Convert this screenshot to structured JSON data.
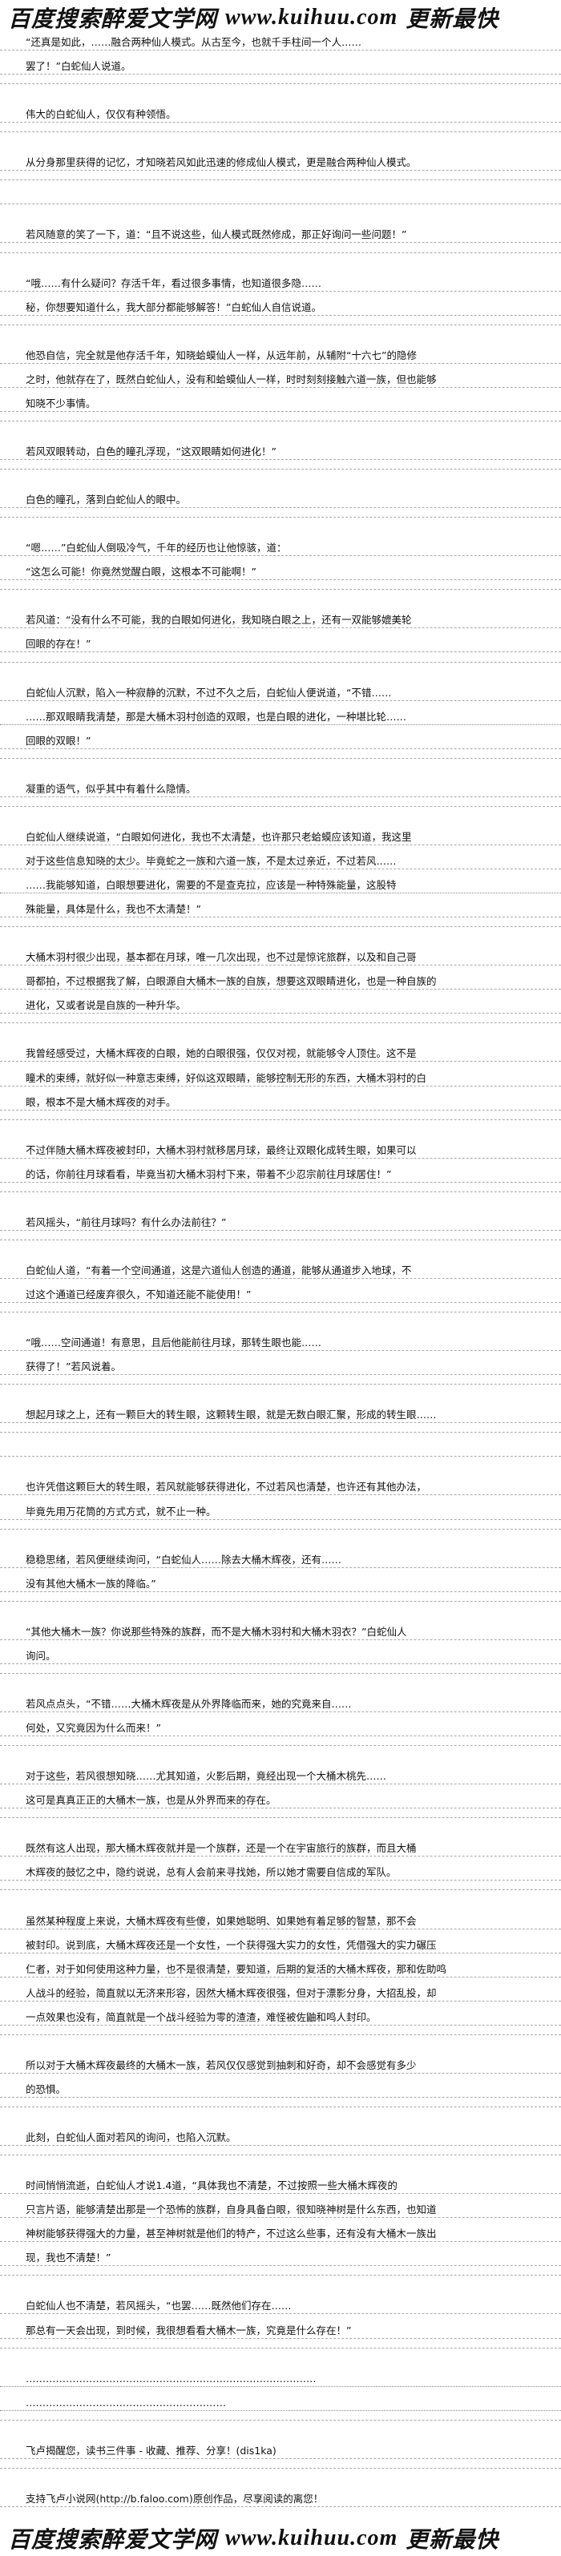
{
  "header": {
    "left": "百度搜索",
    "brand": "醉爱文学网",
    "url": "www.kuihuu.com",
    "right": "更新最快"
  },
  "footer": {
    "left": "百度搜索",
    "brand": "醉爱文学网",
    "url": "www.kuihuu.com",
    "right": "更新最快"
  },
  "lines": [
    "“还真是如此，……融合两种仙人模式。从古至今，也就千手柱间一个人……",
    "罢了！”白蛇仙人说道。",
    "",
    "伟大的白蛇仙人，仅仅有种领悟。",
    "",
    "从分身那里获得的记忆，才知晓若风如此迅速的修成仙人模式，更是融合两种仙人模式。",
    "",
    "",
    "若风随意的笑了一下，道：“且不说这些，仙人模式既然修成，那正好询问一些问题！”",
    "",
    "“哦……有什么疑问？存活千年，看过很多事情，也知道很多隐……",
    "秘，你想要知道什么，我大部分都能够解答！”白蛇仙人自信说道。",
    "",
    "他恐自信，完全就是他存活千年，知晓蛤蟆仙人一样，从远年前，从辅附“十六七”的隐修",
    "之时，他就存在了，既然白蛇仙人，没有和蛤蟆仙人一样，时时刻刻接触六道一族，但也能够",
    "知晓不少事情。",
    "",
    "若风双眼转动，白色的瞳孔浮现，“这双眼睛如何进化！”",
    "",
    "白色的瞳孔，落到白蛇仙人的眼中。",
    "",
    "“嗯……”白蛇仙人倒吸冷气，千年的经历也让他惊骇，道：",
    "“这怎么可能！你竟然觉醒白眼，这根本不可能啊！”",
    "",
    "若风道：“没有什么不可能，我的白眼如何进化，我知晓白眼之上，还有一双能够媲美轮",
    "回眼的存在！”",
    "",
    "白蛇仙人沉默，陷入一种寂静的沉默，不过不久之后，白蛇仙人便说道，“不错……",
    "……那双眼睛我清楚，那是大桶木羽村创造的双眼，也是白眼的进化，一种堪比轮……",
    "回眼的双眼！”",
    "",
    "凝重的语气，似乎其中有着什么隐情。",
    "",
    "白蛇仙人继续说道，“白眼如何进化，我也不太清楚，也许那只老蛤蟆应该知道，我这里",
    "对于这些信息知晓的太少。毕竟蛇之一族和六道一族，不是太过亲近，不过若风……",
    "……我能够知道，白眼想要进化，需要的不是查克拉，应该是一种特殊能量，这股特",
    "殊能量，具体是什么，我也不太清楚！”",
    "",
    "大桶木羽村很少出现，基本都在月球，唯一几次出现，也不过是惊诧旅群，以及和自己哥",
    "哥都拍，不过根据我了解，白眼源自大桶木一族的自族，想要这双眼睛进化，也是一种自族的",
    "进化，又或者说是自族的一种升华。",
    "",
    "我曾经感受过，大桶木辉夜的白眼，她的白眼很强，仅仅对视，就能够令人顶住。这不是",
    "瞳术的束缚，就好似一种意志束缚，好似这双眼睛，能够控制无形的东西，大桶木羽村的白",
    "眼，根本不是大桶木辉夜的对手。",
    "",
    "不过伴随大桶木辉夜被封印，大桶木羽村就移居月球，最终让双眼化成转生眼，如果可以",
    "的话，你前往月球看看，毕竟当初大桶木羽村下来，带着不少忍宗前往月球居住！”",
    "",
    "若风摇头，“前往月球吗？有什么办法前往？”",
    "",
    "白蛇仙人道，“有着一个空间通道，这是六道仙人创造的通道，能够从通道步入地球，不",
    "过这个通道已经废弃很久，不知道还能不能使用！”",
    "",
    "“哦……空间通道！有意思，且后他能前往月球，那转生眼也能……",
    "获得了！”若风说着。",
    "",
    "想起月球之上，还有一颗巨大的转生眼，这颗转生眼，就是无数白眼汇聚，形成的转生眼……",
    "",
    "",
    "也许凭借这颗巨大的转生眼，若风就能够获得进化，不过若风也清楚，也许还有其他办法，",
    "毕竟先用万花筒的方式方式，就不止一种。",
    "",
    "稳稳思绪，若风便继续询问，“白蛇仙人……除去大桶木辉夜，还有……",
    "没有其他大桶木一族的降临。”",
    "",
    "“其他大桶木一族？你说那些特殊的族群，而不是大桶木羽村和大桶木羽衣？”白蛇仙人",
    "询问。",
    "",
    "若风点点头，“不错……大桶木辉夜是从外界降临而来，她的究竟来自……",
    "何处，又究竟因为什么而来！”",
    "",
    "对于这些，若风很想知晓……尤其知道，火影后期，竟经出现一个大桶木桃先……",
    "这可是真真正正的大桶木一族，也是从外界而来的存在。",
    "",
    "既然有这人出现，那大桶木辉夜就并是一个族群，还是一个在宇宙旅行的族群，而且大桶",
    "木辉夜的鼓忆之中，隐约说说，总有人会前来寻找她，所以她才需要自信成的军队。",
    "",
    "虽然某种程度上来说，大桶木辉夜有些傻，如果她聪明、如果她有着足够的智慧，那不会",
    "被封印。说到底，大桶木辉夜还是一个女性，一个获得强大实力的女性，凭借强大的实力碾压",
    "仁者，对于如何使用这种力量，也不是很清楚，要知道，后期的复活的大桶木辉夜，那和佐助鸣",
    "人战斗的经验，简直就以无济来形容，因然大桶木辉夜很强，但对于漂影分身，大招乱投，却",
    "一点效果也没有，简直就是一个战斗经验为零的渣渣，难怪被佐鼬和鸣人封印。",
    "",
    "所以对于大桶木辉夜最终的大桶木一族，若风仅仅感觉到抽刺和好奇，却不会感觉有多少",
    "的恐惧。",
    "",
    "此刻，白蛇仙人面对若风的询问，也陷入沉默。",
    "",
    "时间悄悄流逝，白蛇仙人才说1.4道，“具体我也不清楚，不过按照一些大桶木辉夜的",
    "只言片语，能够清楚出那是一个恐怖的族群，自身具备白眼，很知晓神树是什么东西，也知道",
    "神树能够获得强大的力量，甚至神树就是他们的特产，不过这么些事，还有没有大桶木一族出",
    "现，我也不清楚！”",
    "",
    "白蛇仙人也不清楚，若风摇头，“也罢……既然他们存在……",
    "那总有一天会出现，到时候，我很想看看大桶木一族，究竟是什么存在！”",
    "",
    "……………………………………………………………………………",
    "……………………………………………………",
    "",
    "飞卢揭醒您，读书三件事 - 收藏、推荐、分享！(dis1ka)",
    "",
    "支持飞卢小说网(http://b.faloo.com)原创作品，尽享阅读的离您！"
  ]
}
